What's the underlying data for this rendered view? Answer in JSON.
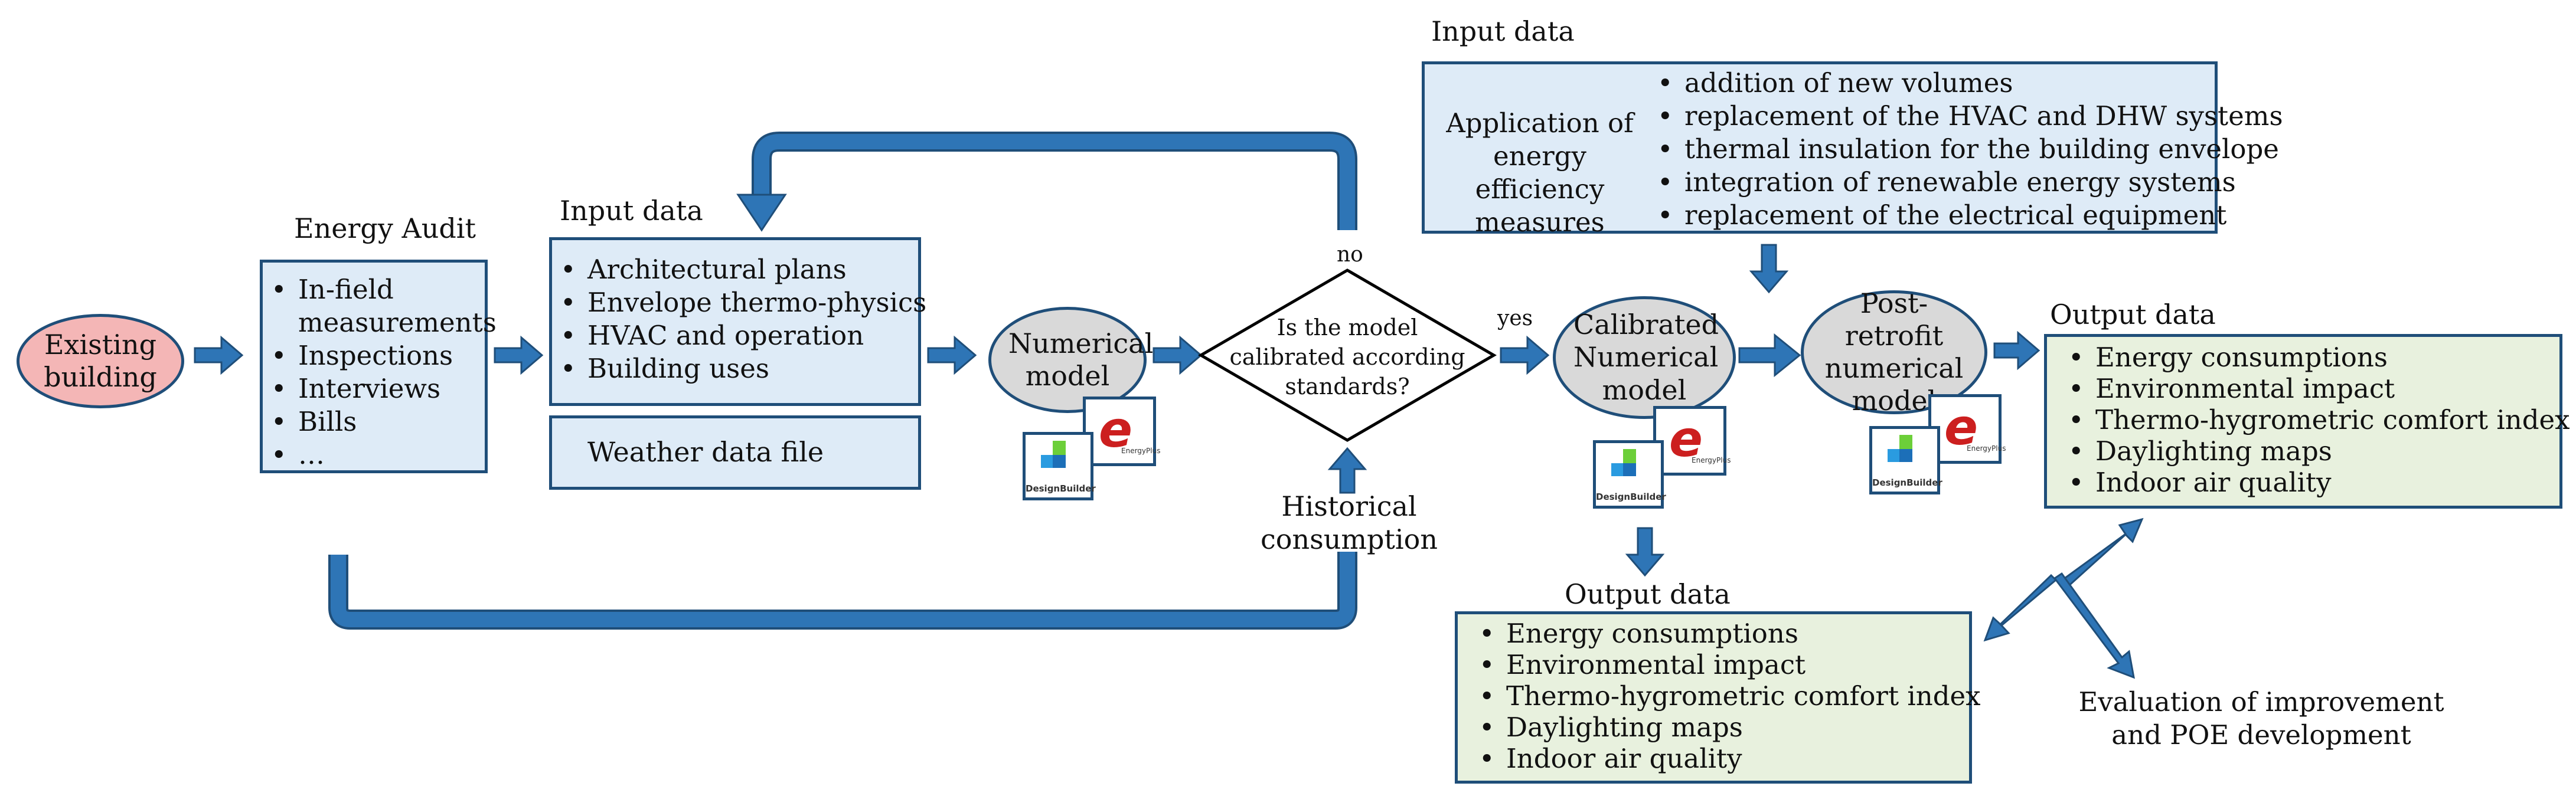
{
  "existing_building": {
    "label": "Existing building"
  },
  "energy_audit": {
    "title": "Energy Audit",
    "items": [
      "In-field measurements",
      "Inspections",
      "Interviews",
      "Bills",
      "…"
    ]
  },
  "input_data_left": {
    "title": "Input data",
    "items": [
      "Architectural plans",
      "Envelope thermo-physics",
      "HVAC and operation",
      "Building uses"
    ],
    "weather": "Weather data file"
  },
  "numerical_model": {
    "label": "Numerical model"
  },
  "decision": {
    "question": "Is the model calibrated according standards?",
    "no_label": "no",
    "yes_label": "yes"
  },
  "historical": {
    "label": "Historical consumption"
  },
  "calibrated_model": {
    "label": "Calibrated Numerical model"
  },
  "post_retrofit": {
    "label": "Post-retrofit numerical model"
  },
  "input_data_top": {
    "title": "Input data",
    "application_label": "Application of energy efficiency measures",
    "items": [
      "addition of new volumes",
      "replacement of the HVAC and DHW systems",
      "thermal insulation for the building envelope",
      "integration of renewable energy systems",
      "replacement of the electrical equipment"
    ]
  },
  "output_right": {
    "title": "Output data",
    "items": [
      "Energy consumptions",
      "Environmental impact",
      "Thermo-hygrometric comfort index",
      "Daylighting maps",
      "Indoor air quality"
    ]
  },
  "output_bottom": {
    "title": "Output data",
    "items": [
      "Energy consumptions",
      "Environmental impact",
      "Thermo-hygrometric comfort index",
      "Daylighting maps",
      "Indoor air quality"
    ]
  },
  "evaluation": {
    "label": "Evaluation of improvement and POE development"
  },
  "logos": {
    "designbuilder_text": "DesignBuilder",
    "energyplus_text": "EnergyPlus"
  },
  "colors": {
    "arrow": "#2e75b6",
    "border": "#1f4e79",
    "oval_pink": "#f4b6b6",
    "oval_grey": "#d9d9d9",
    "box_blue": "#deebf7",
    "box_green": "#e8f1de"
  }
}
